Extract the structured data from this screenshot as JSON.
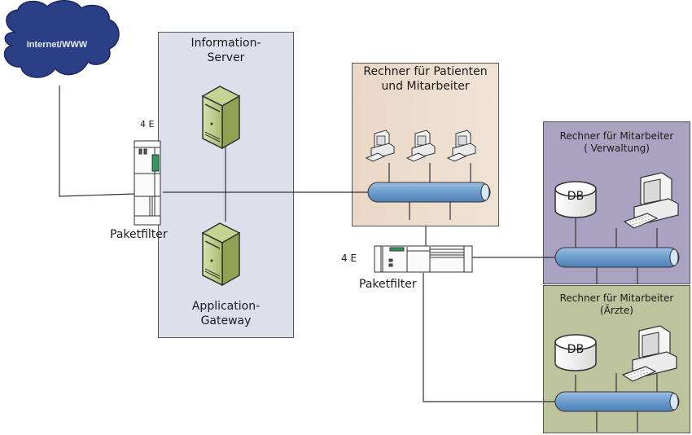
{
  "diagram": {
    "cloud": {
      "label": "Internet/WWW",
      "color": "#2b3f86"
    },
    "panels": {
      "info_server": {
        "title_line1": "Information-",
        "title_line2": "Server",
        "bottom_line1": "Application-",
        "bottom_line2": "Gateway",
        "color": "#dde0ea"
      },
      "patients": {
        "title_line1": "Rechner für Patienten",
        "title_line2": "und Mitarbeiter",
        "color": "#ecdccb"
      },
      "verwaltung": {
        "title_line1": "Rechner für Mitarbeiter",
        "title_line2": "( Verwaltung)",
        "color": "#a8a2c0"
      },
      "aerzte": {
        "title_line1": "Rechner für Mitarbeiter",
        "title_line2": "(Ärzte)",
        "color": "#bcc39c"
      }
    },
    "firewall_left": {
      "label": "Paketfilter",
      "port_label": "4 E"
    },
    "firewall_mid": {
      "label": "Paketfilter",
      "port_label": "4 E"
    },
    "db_label": "DB",
    "colors": {
      "bus": "#6f9fce",
      "server": "#a8bb6a",
      "line": "#333333",
      "firewall_led": "#2e9a5e"
    }
  }
}
